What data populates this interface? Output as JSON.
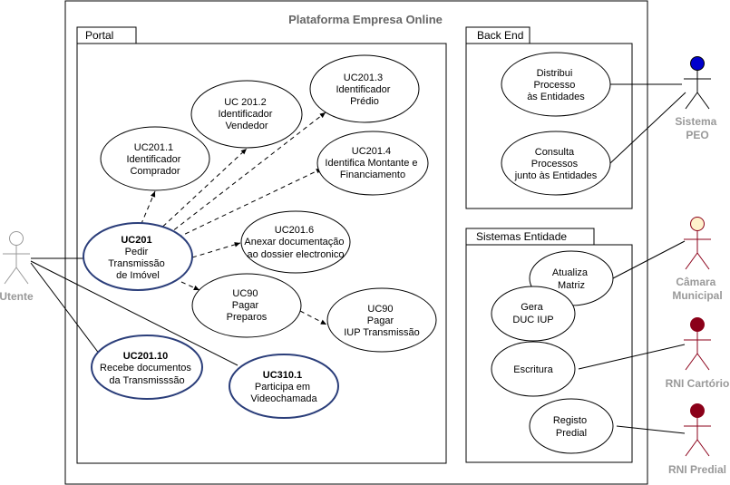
{
  "platform_title": "Plataforma Empresa Online",
  "packages": {
    "portal": "Portal",
    "backend": "Back End",
    "sistemas": "Sistemas Entidade"
  },
  "actors": {
    "utente": "Utente",
    "sistema_peo": [
      "Sistema",
      "PEO"
    ],
    "camara": [
      "Câmara",
      "Municipal"
    ],
    "rni_cartorio": "RNI Cartório",
    "rni_predial": "RNI Predial"
  },
  "use_cases": {
    "uc201": [
      "UC201",
      "Pedir",
      "Transmissão",
      "de Imóvel"
    ],
    "uc2011": [
      "UC201.1",
      "Identificador",
      "Comprador"
    ],
    "uc2012": [
      "UC 201.2",
      "Identificador",
      "Vendedor"
    ],
    "uc2013": [
      "UC201.3",
      "Identificador",
      "Prédio"
    ],
    "uc2014": [
      "UC201.4",
      "Identifica Montante e",
      "Financiamento"
    ],
    "uc2016": [
      "UC201.6",
      "Anexar documentação",
      "ao dossier electronico"
    ],
    "uc90a": [
      "UC90",
      "Pagar",
      "Preparos"
    ],
    "uc90b": [
      "UC90",
      "Pagar",
      "IUP Transmissão"
    ],
    "uc20110": [
      "UC201.10",
      "Recebe documentos",
      "da Transmisssão"
    ],
    "uc3101": [
      "UC310.1",
      "Participa em",
      "Videochamada"
    ],
    "distribui": [
      "Distribui",
      "Processo",
      "às Entidades"
    ],
    "consulta": [
      "Consulta",
      "Processos",
      "junto às Entidades"
    ],
    "atualiza": [
      "Atualiza",
      "Matriz"
    ],
    "gera": [
      "Gera",
      "DUC IUP"
    ],
    "escritura": [
      "Escritura"
    ],
    "registo": [
      "Registo",
      "Predial"
    ]
  },
  "colors": {
    "highlight_stroke": "#2b3e7a",
    "actor_blue": "#0000cc",
    "actor_cream": "#fff2cc",
    "actor_red": "#8b0019",
    "actor_gray": "#ffffff"
  }
}
